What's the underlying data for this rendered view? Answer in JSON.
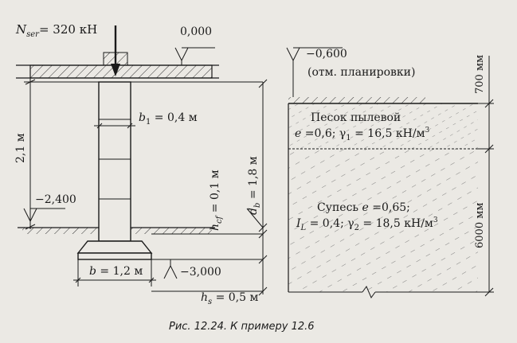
{
  "load": {
    "symbol": "N",
    "subscript": "ser",
    "value": "= 320 кН"
  },
  "elevations": {
    "top": "0,000",
    "planning": "−0,600",
    "planning_note": "(отм. планировки)",
    "basement_floor": "−2,400",
    "foundation_base": "−3,000"
  },
  "dimensions": {
    "height_left": "2,1 м",
    "b1_symbol": "b",
    "b1_sub": "1",
    "b1_value": " = 0,4 м",
    "hcf_symbol": "h",
    "hcf_sub": "cf",
    "hcf_value": " = 0,1 м",
    "db_symbol": "d",
    "db_sub": "b",
    "db_value": " = 1,8 м",
    "b_symbol": "b",
    "b_value": " = 1,2 м",
    "hs_symbol": "h",
    "hs_sub": "s",
    "hs_value": " = 0,5 м",
    "layer1_thickness": "700 мм",
    "layer2_thickness": "6000 мм"
  },
  "soil_layers": [
    {
      "name": "Песок пылевой",
      "e_label": "e",
      "e_value": " =0,6; γ",
      "gamma_sub": "1",
      "gamma_value": " = 16,5 кН/м",
      "unit_sup": "3"
    },
    {
      "name": "Супесь ",
      "e_label": "e",
      "e_value": " =0,65;",
      "il_label": "I",
      "il_sub": "L",
      "il_value": " = 0,4; γ",
      "gamma_sub": "2",
      "gamma_value": " = 18,5 кН/м",
      "unit_sup": "3"
    }
  ],
  "caption": "Рис. 12.24. К примеру 12.6"
}
